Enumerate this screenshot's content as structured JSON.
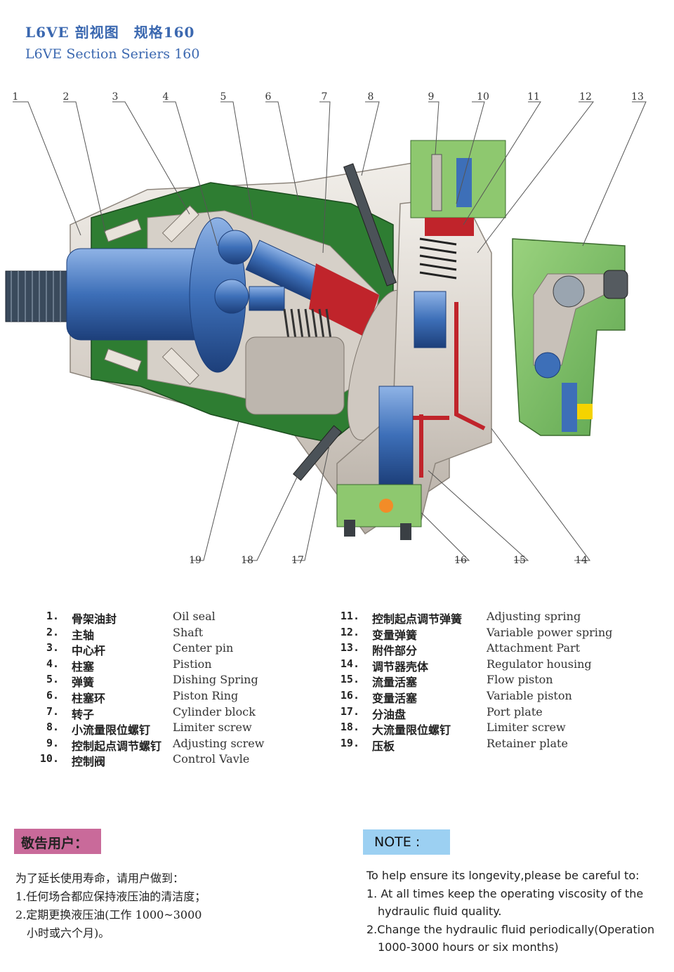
{
  "title": {
    "cn": "L6VE 剖视图　规格160",
    "en": "L6VE Section Seriers 160"
  },
  "callouts": {
    "top": [
      "1",
      "2",
      "3",
      "4",
      "5",
      "6",
      "7",
      "8",
      "9",
      "10",
      "11",
      "12",
      "13"
    ],
    "bottom": [
      "19",
      "18",
      "17",
      "16",
      "15",
      "14"
    ]
  },
  "parts_left": [
    {
      "n": "1.",
      "cn": "骨架油封",
      "en": "Oil seal"
    },
    {
      "n": "2.",
      "cn": "主轴",
      "en": "Shaft"
    },
    {
      "n": "3.",
      "cn": "中心杆",
      "en": "Center pin"
    },
    {
      "n": "4.",
      "cn": "柱塞",
      "en": "Pistion"
    },
    {
      "n": "5.",
      "cn": "弹簧",
      "en": "Dishing Spring"
    },
    {
      "n": "6.",
      "cn": "柱塞环",
      "en": "Piston Ring"
    },
    {
      "n": "7.",
      "cn": "转子",
      "en": "Cylinder block"
    },
    {
      "n": "8.",
      "cn": "小流量限位螺钉",
      "en": "Limiter screw"
    },
    {
      "n": "9.",
      "cn": "控制起点调节螺钉",
      "en": "Adjusting screw"
    },
    {
      "n": "10.",
      "cn": "控制阀",
      "en": "Control Vavle"
    }
  ],
  "parts_right": [
    {
      "n": "11.",
      "cn": "控制起点调节弹簧",
      "en": "Adjusting spring"
    },
    {
      "n": "12.",
      "cn": "变量弹簧",
      "en": "Variable power spring"
    },
    {
      "n": "13.",
      "cn": "附件部分",
      "en": "Attachment Part"
    },
    {
      "n": "14.",
      "cn": "调节器壳体",
      "en": "Regulator housing"
    },
    {
      "n": "15.",
      "cn": "流量活塞",
      "en": "Flow piston"
    },
    {
      "n": "16.",
      "cn": "变量活塞",
      "en": "Variable piston"
    },
    {
      "n": "17.",
      "cn": "分油盘",
      "en": "Port plate"
    },
    {
      "n": "18.",
      "cn": "大流量限位螺钉",
      "en": "Limiter screw"
    },
    {
      "n": "19.",
      "cn": "压板",
      "en": "Retainer plate"
    }
  ],
  "warning": {
    "heading": "敬告用户：",
    "lines": [
      "为了延长使用寿命，请用户做到：",
      "1.任何场合都应保持液压油的清洁度；",
      "2.定期更换液压油(工作 1000~3000",
      "小时或六个月)。"
    ]
  },
  "note": {
    "heading": "NOTE :",
    "lines": [
      "To help ensure its longevity,please be careful to:",
      "1. At all times keep the operating viscosity of the",
      "hydraulic fluid quality.",
      "2.Change the hydraulic fluid periodically(Operation",
      "1000-3000 hours or six months)"
    ]
  },
  "colors": {
    "title": "#3b68b0",
    "housing_green": "#2e7d32",
    "housing_grey": "#d8d2cc",
    "shaft_blue": "#3d6fb8",
    "piston_red": "#c0242b",
    "attachment_green": "#7fbf6a",
    "warning_bg": "#c96a9a",
    "note_bg": "#9cd0f2"
  }
}
